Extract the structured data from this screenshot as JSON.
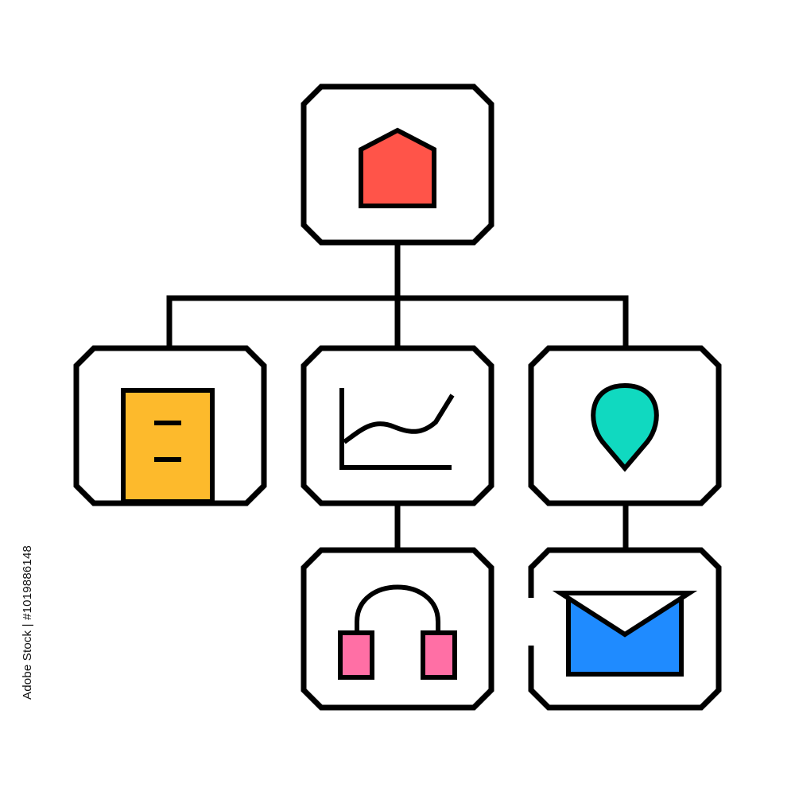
{
  "diagram": {
    "type": "hierarchy",
    "nodes": [
      {
        "id": "root",
        "icon": "house-icon",
        "color": "#FF5449"
      },
      {
        "id": "document",
        "icon": "document-icon",
        "color": "#FDBA2C"
      },
      {
        "id": "analytics",
        "icon": "line-chart-icon",
        "color": "#000000"
      },
      {
        "id": "location",
        "icon": "map-pin-icon",
        "color": "#10D9C0"
      },
      {
        "id": "support",
        "icon": "headphones-icon",
        "color": "#FF6FA5"
      },
      {
        "id": "mail",
        "icon": "envelope-icon",
        "color": "#1F8BFF"
      }
    ],
    "edges": [
      {
        "from": "root",
        "to": "document"
      },
      {
        "from": "root",
        "to": "analytics"
      },
      {
        "from": "root",
        "to": "location"
      },
      {
        "from": "analytics",
        "to": "support"
      },
      {
        "from": "location",
        "to": "mail"
      }
    ],
    "stroke_color": "#000000"
  },
  "stock_id": "Adobe Stock | #1019886148"
}
